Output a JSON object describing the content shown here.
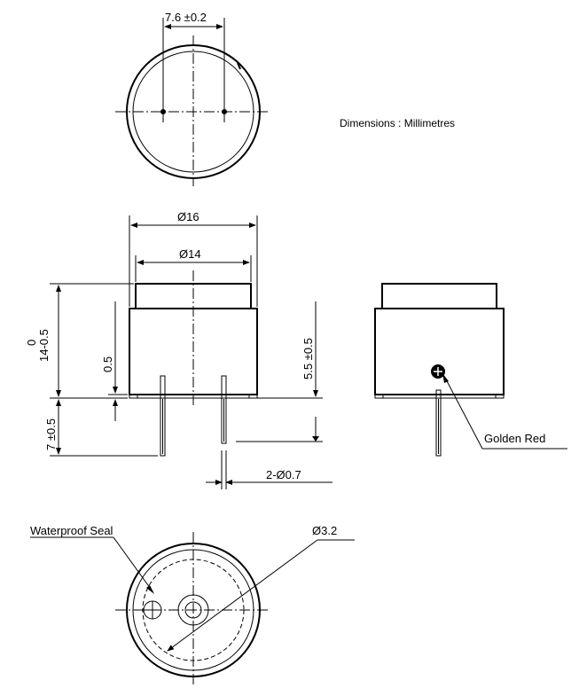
{
  "note": "Dimensions : Millimetres",
  "top_view": {
    "pin_spacing": "7.6 ±0.2"
  },
  "front_view": {
    "diameter_outer": "Ø16",
    "diameter_inner": "Ø14",
    "height_lower": "0",
    "height_upper": "14-0.5",
    "base_gap": "0.5",
    "pin_length": "7 ±0.5",
    "pin_diameter": "2-Ø0.7",
    "body_height": "5.5 ±0.5"
  },
  "side_view": {
    "marking_label": "Golden Red"
  },
  "bottom_view": {
    "seal_label": "Waterproof Seal",
    "hole_diameter": "Ø3.2"
  }
}
